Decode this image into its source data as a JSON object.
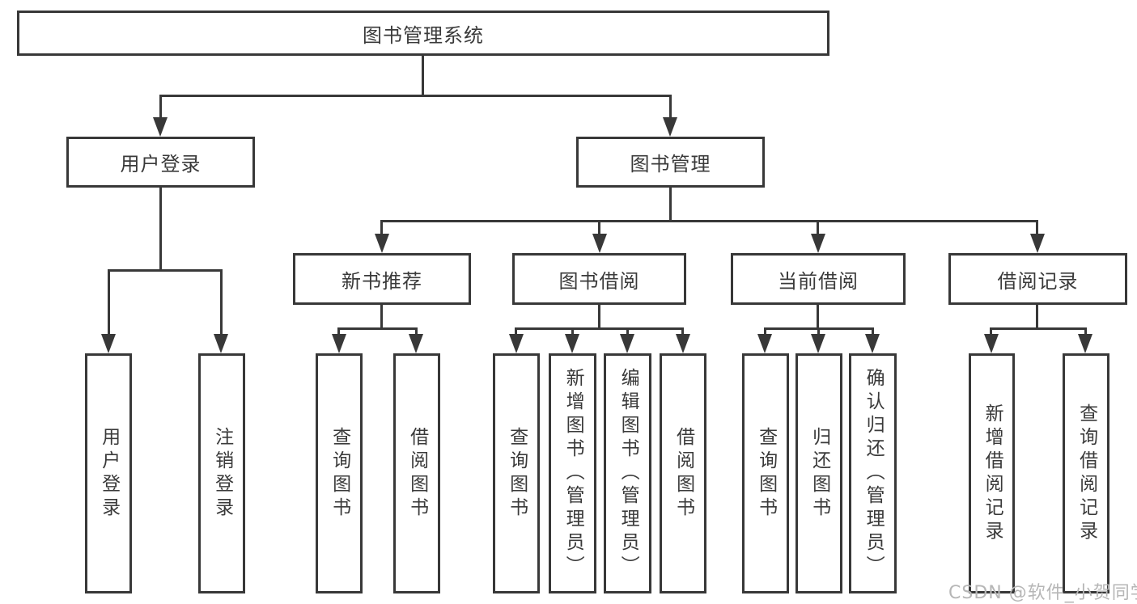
{
  "diagram": {
    "type": "tree-diagram",
    "root": {
      "label": "图书管理系统",
      "children": [
        {
          "label": "用户登录",
          "children": [
            {
              "label": "用户登录"
            },
            {
              "label": "注销登录"
            }
          ]
        },
        {
          "label": "图书管理",
          "children": [
            {
              "label": "新书推荐",
              "children": [
                {
                  "label": "查询图书"
                },
                {
                  "label": "借阅图书"
                }
              ]
            },
            {
              "label": "图书借阅",
              "children": [
                {
                  "label": "查询图书"
                },
                {
                  "label": "新增图书（管理员）"
                },
                {
                  "label": "编辑图书（管理员）"
                },
                {
                  "label": "借阅图书"
                }
              ]
            },
            {
              "label": "当前借阅",
              "children": [
                {
                  "label": "查询图书"
                },
                {
                  "label": "归还图书"
                },
                {
                  "label": "确认归还（管理员）"
                }
              ]
            },
            {
              "label": "借阅记录",
              "children": [
                {
                  "label": "新增借阅记录"
                },
                {
                  "label": "查询借阅记录"
                }
              ]
            }
          ]
        }
      ]
    }
  },
  "watermark": {
    "text": "CSDN @软件_小贺同学"
  },
  "colors": {
    "line": "#383838",
    "text": "#3a3a3a",
    "watermark": "#b6b6b6",
    "background": "#ffffff"
  }
}
